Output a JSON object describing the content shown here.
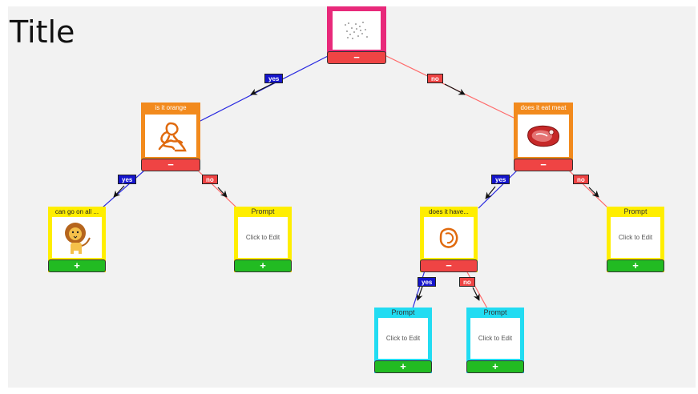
{
  "title": "Title",
  "colors": {
    "root_frame": "#e8297a",
    "question_frame": "#f28a1d",
    "leaf_yellow": "#ffee00",
    "leaf_cyan": "#22dcf2",
    "minus_button": "#ef4444",
    "plus_button": "#22bb22",
    "yes_edge": "#2a2ae0",
    "no_edge": "#ff6b6b"
  },
  "nodes": {
    "root": {
      "minus": "−"
    },
    "orange_q": {
      "label": "is it orange",
      "minus": "−",
      "image_icon": "orange-octopus-icon"
    },
    "meat_q": {
      "label": "does it eat meat",
      "minus": "−",
      "image_icon": "steak-icon"
    },
    "lion_leaf": {
      "label": "can go on all ...",
      "plus": "+",
      "image_icon": "lion-icon"
    },
    "prompt_left": {
      "label": "Prompt",
      "body": "Click to Edit",
      "plus": "+"
    },
    "have_q": {
      "label": "does it have...",
      "minus": "−",
      "image_icon": "orange-blob-icon"
    },
    "prompt_right": {
      "label": "Prompt",
      "body": "Click to Edit",
      "plus": "+"
    },
    "prompt_bl": {
      "label": "Prompt",
      "body": "Click to Edit",
      "plus": "+"
    },
    "prompt_br": {
      "label": "Prompt",
      "body": "Click to Edit",
      "plus": "+"
    }
  },
  "edge_labels": {
    "root_yes": "yes",
    "root_no": "no",
    "orange_yes": "yes",
    "orange_no": "no",
    "meat_yes": "yes",
    "meat_no": "no",
    "have_yes": "yes",
    "have_no": "no"
  }
}
